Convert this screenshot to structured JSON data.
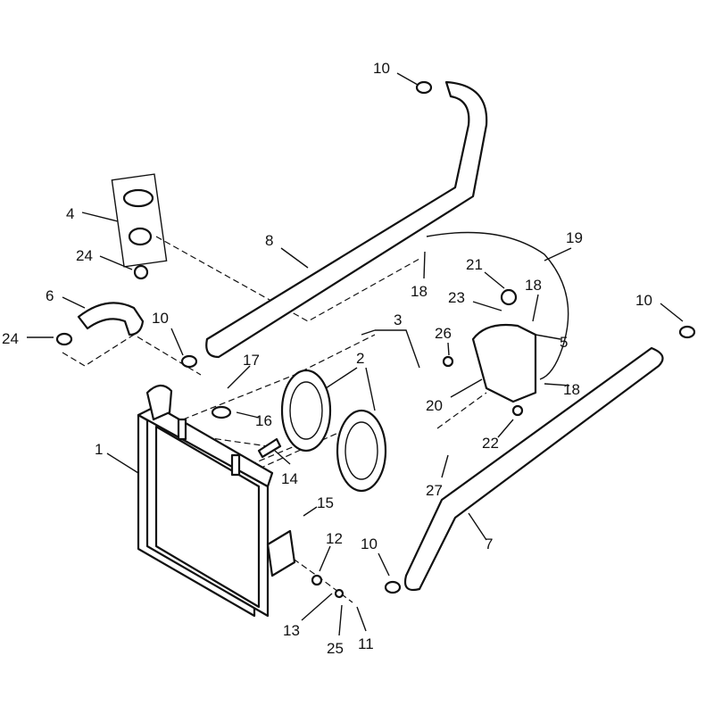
{
  "diagram": {
    "labels": [
      {
        "id": "10a",
        "text": "10"
      },
      {
        "id": "4",
        "text": "4"
      },
      {
        "id": "8",
        "text": "8"
      },
      {
        "id": "19",
        "text": "19"
      },
      {
        "id": "24a",
        "text": "24"
      },
      {
        "id": "21",
        "text": "21"
      },
      {
        "id": "18a",
        "text": "18"
      },
      {
        "id": "18b",
        "text": "18"
      },
      {
        "id": "6",
        "text": "6"
      },
      {
        "id": "23",
        "text": "23"
      },
      {
        "id": "10b",
        "text": "10"
      },
      {
        "id": "10c",
        "text": "10"
      },
      {
        "id": "3",
        "text": "3"
      },
      {
        "id": "24b",
        "text": "24"
      },
      {
        "id": "26",
        "text": "26"
      },
      {
        "id": "5",
        "text": "5"
      },
      {
        "id": "2",
        "text": "2"
      },
      {
        "id": "17",
        "text": "17"
      },
      {
        "id": "18c",
        "text": "18"
      },
      {
        "id": "20",
        "text": "20"
      },
      {
        "id": "16",
        "text": "16"
      },
      {
        "id": "22",
        "text": "22"
      },
      {
        "id": "1",
        "text": "1"
      },
      {
        "id": "14",
        "text": "14"
      },
      {
        "id": "27",
        "text": "27"
      },
      {
        "id": "15",
        "text": "15"
      },
      {
        "id": "7",
        "text": "7"
      },
      {
        "id": "12",
        "text": "12"
      },
      {
        "id": "10d",
        "text": "10"
      },
      {
        "id": "13",
        "text": "13"
      },
      {
        "id": "25",
        "text": "25"
      },
      {
        "id": "11",
        "text": "11"
      }
    ]
  }
}
